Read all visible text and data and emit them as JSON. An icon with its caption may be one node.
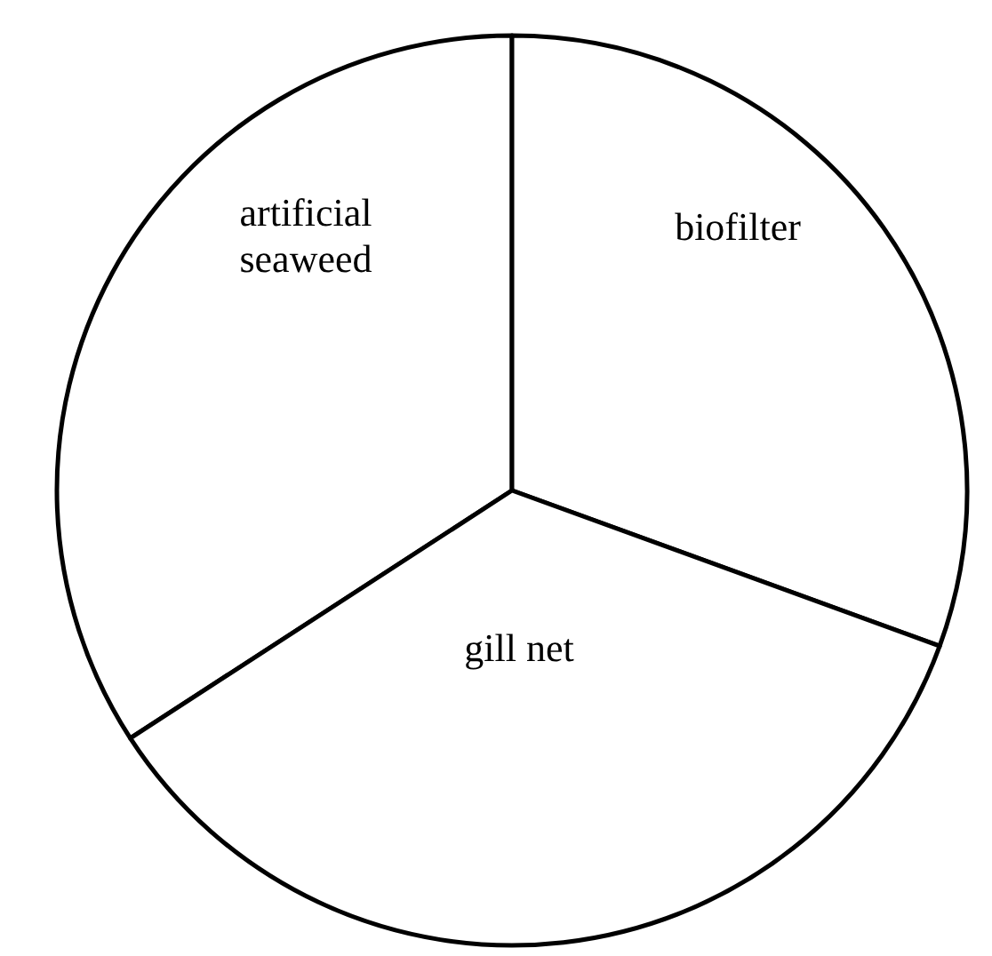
{
  "diagram": {
    "nodes": [
      {
        "text": [
          "artificial seaweed"
        ]
      },
      {
        "text": [
          "biofilter"
        ]
      },
      {
        "text": [
          "gill net"
        ]
      }
    ]
  }
}
